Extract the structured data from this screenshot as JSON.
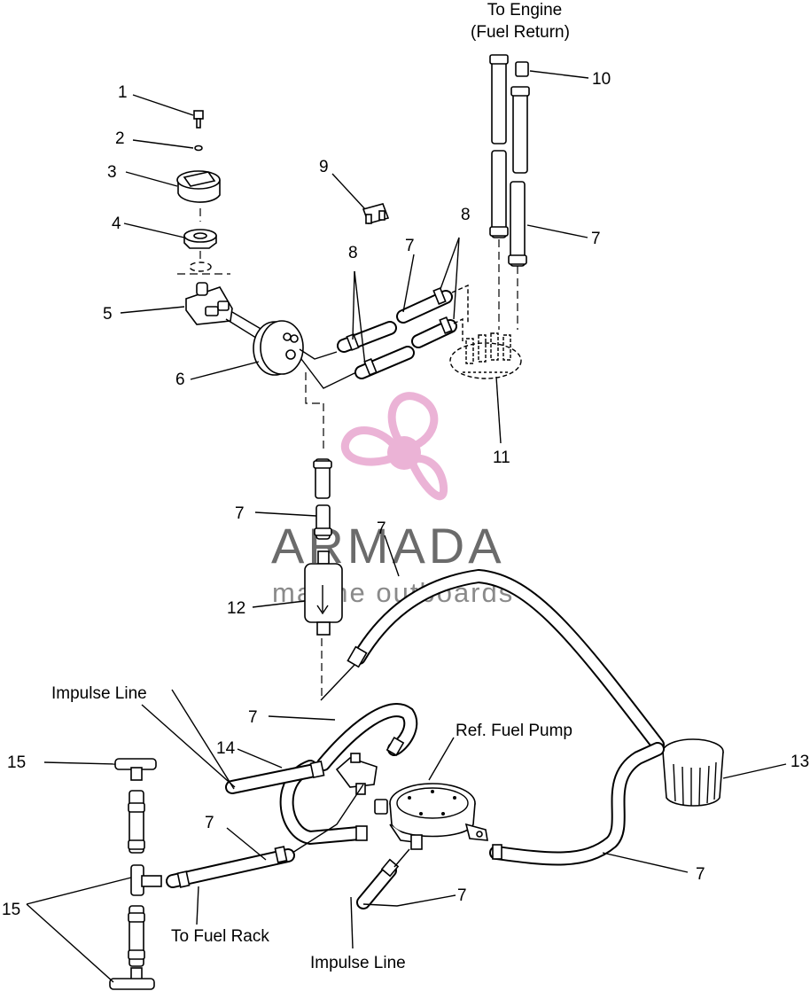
{
  "labels": {
    "to_engine_1": "To Engine",
    "to_engine_2": "(Fuel Return)",
    "impulse_line_top": "Impulse Line",
    "ref_fuel_pump": "Ref. Fuel Pump",
    "to_fuel_rack": "To Fuel Rack",
    "impulse_line_bottom": "Impulse Line"
  },
  "callouts": {
    "c1": "1",
    "c2": "2",
    "c3": "3",
    "c4": "4",
    "c5": "5",
    "c6": "6",
    "c7a": "7",
    "c7b": "7",
    "c7c": "7",
    "c7d": "7",
    "c7e": "7",
    "c7f": "7",
    "c7g": "7",
    "c7h": "7",
    "c8a": "8",
    "c8b": "8",
    "c9": "9",
    "c10": "10",
    "c11": "11",
    "c12": "12",
    "c13": "13",
    "c14": "14",
    "c15a": "15",
    "c15b": "15"
  },
  "watermark": {
    "brand": "ARMADA",
    "tagline": "marine outboards",
    "logo_color": "#e8a6cf"
  }
}
